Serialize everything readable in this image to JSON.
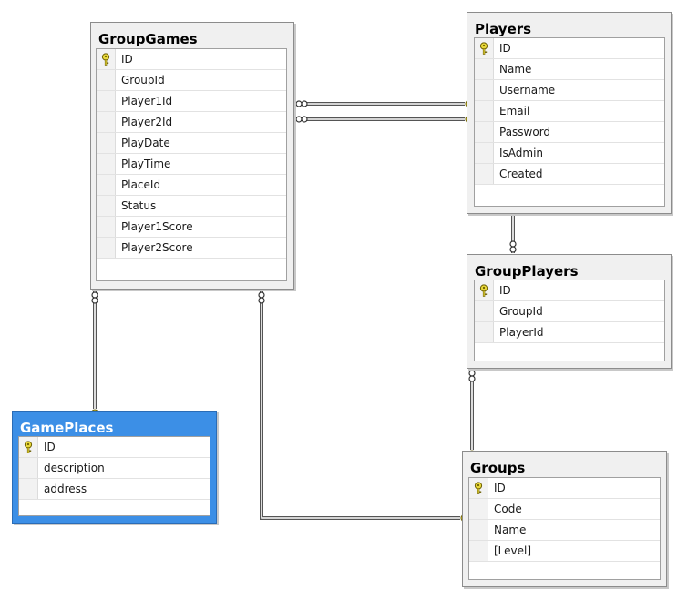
{
  "diagram": {
    "tables": [
      {
        "id": "groupgames",
        "name": "GroupGames",
        "selected": false,
        "columns": [
          {
            "name": "ID",
            "pk": true
          },
          {
            "name": "GroupId",
            "pk": false
          },
          {
            "name": "Player1Id",
            "pk": false
          },
          {
            "name": "Player2Id",
            "pk": false
          },
          {
            "name": "PlayDate",
            "pk": false
          },
          {
            "name": "PlayTime",
            "pk": false
          },
          {
            "name": "PlaceId",
            "pk": false
          },
          {
            "name": "Status",
            "pk": false
          },
          {
            "name": "Player1Score",
            "pk": false
          },
          {
            "name": "Player2Score",
            "pk": false
          }
        ]
      },
      {
        "id": "players",
        "name": "Players",
        "selected": false,
        "columns": [
          {
            "name": "ID",
            "pk": true
          },
          {
            "name": "Name",
            "pk": false
          },
          {
            "name": "Username",
            "pk": false
          },
          {
            "name": "Email",
            "pk": false
          },
          {
            "name": "Password",
            "pk": false
          },
          {
            "name": "IsAdmin",
            "pk": false
          },
          {
            "name": "Created",
            "pk": false
          }
        ]
      },
      {
        "id": "groupplayers",
        "name": "GroupPlayers",
        "selected": false,
        "columns": [
          {
            "name": "ID",
            "pk": true
          },
          {
            "name": "GroupId",
            "pk": false
          },
          {
            "name": "PlayerId",
            "pk": false
          }
        ]
      },
      {
        "id": "gameplaces",
        "name": "GamePlaces",
        "selected": true,
        "columns": [
          {
            "name": "ID",
            "pk": true
          },
          {
            "name": "description",
            "pk": false
          },
          {
            "name": "address",
            "pk": false
          }
        ]
      },
      {
        "id": "groups",
        "name": "Groups",
        "selected": false,
        "columns": [
          {
            "name": "ID",
            "pk": true
          },
          {
            "name": "Code",
            "pk": false
          },
          {
            "name": "Name",
            "pk": false
          },
          {
            "name": "[Level]",
            "pk": false
          }
        ]
      }
    ],
    "relationships": [
      {
        "id": "groupgames-player1-players",
        "many": "groupgames",
        "one": "players"
      },
      {
        "id": "groupgames-player2-players",
        "many": "groupgames",
        "one": "players"
      },
      {
        "id": "groupplayers-players",
        "many": "groupplayers",
        "one": "players"
      },
      {
        "id": "groupgames-gameplaces",
        "many": "groupgames",
        "one": "gameplaces"
      },
      {
        "id": "groupgames-groups",
        "many": "groupgames",
        "one": "groups"
      },
      {
        "id": "groupplayers-groups",
        "many": "groupplayers",
        "one": "groups"
      }
    ],
    "colors": {
      "key_fill": "#e8d83a",
      "key_stroke": "#6b5e00",
      "selected_header": "#3c8fe6",
      "connector": "#555555"
    }
  }
}
